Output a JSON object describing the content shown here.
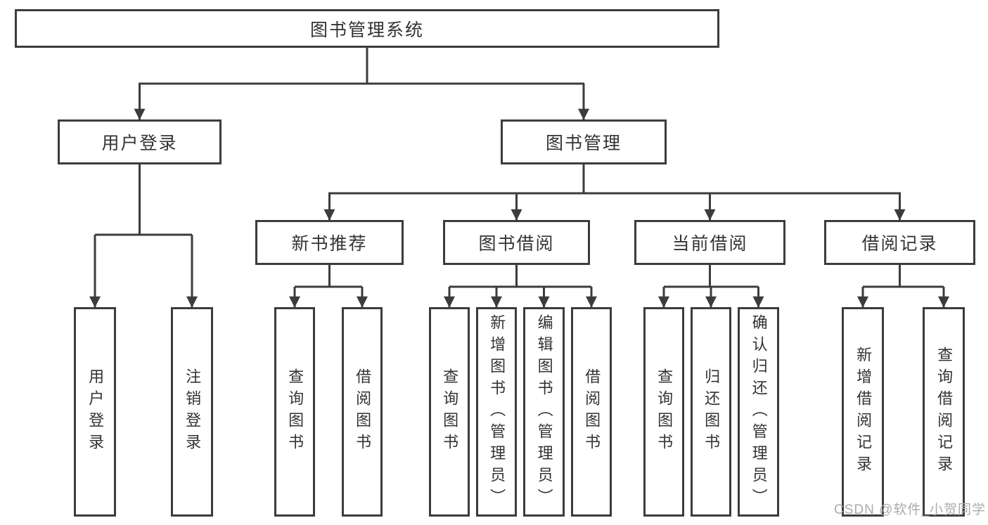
{
  "colors": {
    "line": "#3c3c3c",
    "text": "#333333",
    "watermark": "#ababab",
    "background": "#ffffff"
  },
  "watermark": {
    "text": "CSDN @软件_小贺同学"
  },
  "tree": {
    "root": {
      "label": "图书管理系统",
      "children": [
        {
          "label": "用户登录",
          "children": [
            {
              "label": "用户登录"
            },
            {
              "label": "注销登录"
            }
          ]
        },
        {
          "label": "图书管理",
          "children": [
            {
              "label": "新书推荐",
              "children": [
                {
                  "label": "查询图书"
                },
                {
                  "label": "借阅图书"
                }
              ]
            },
            {
              "label": "图书借阅",
              "children": [
                {
                  "label": "查询图书"
                },
                {
                  "label": "新增图书（管理员）"
                },
                {
                  "label": "编辑图书（管理员）"
                },
                {
                  "label": "借阅图书"
                }
              ]
            },
            {
              "label": "当前借阅",
              "children": [
                {
                  "label": "查询图书"
                },
                {
                  "label": "归还图书"
                },
                {
                  "label": "确认归还（管理员）"
                }
              ]
            },
            {
              "label": "借阅记录",
              "children": [
                {
                  "label": "新增借阅记录"
                },
                {
                  "label": "查询借阅记录"
                }
              ]
            }
          ]
        }
      ]
    }
  }
}
